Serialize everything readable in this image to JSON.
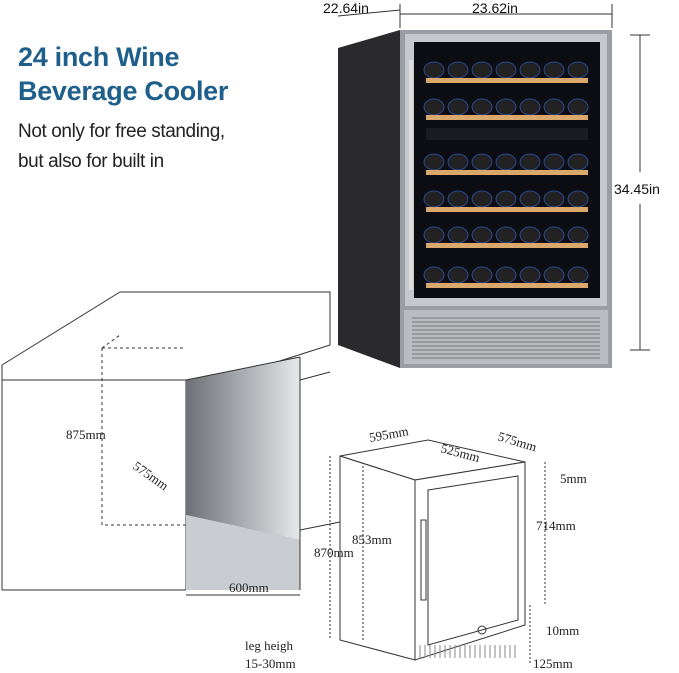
{
  "heading": {
    "line1": "24 inch Wine",
    "line2": "Beverage Cooler"
  },
  "subheading": {
    "line1": "Not only for free standing,",
    "line2": "but also for built in"
  },
  "photo_dimensions": {
    "depth": "22.64in",
    "width": "23.62in",
    "height": "34.45in"
  },
  "cabinet_dimensions": {
    "height": "875mm",
    "depth": "575mm",
    "width": "600mm"
  },
  "unit_dimensions": {
    "width": "595mm",
    "inner_width": "525mm",
    "depth": "575mm",
    "top_gap": "5mm",
    "door_height": "714mm",
    "total_height": "870mm",
    "body_height": "853mm",
    "bottom_gap": "10mm",
    "base_height": "125mm",
    "leg_label": "leg heigh",
    "leg_range": "15-30mm"
  },
  "colors": {
    "heading": "#1e5f8c",
    "led": "#3a7bff",
    "shelf": "#d9a86a"
  }
}
